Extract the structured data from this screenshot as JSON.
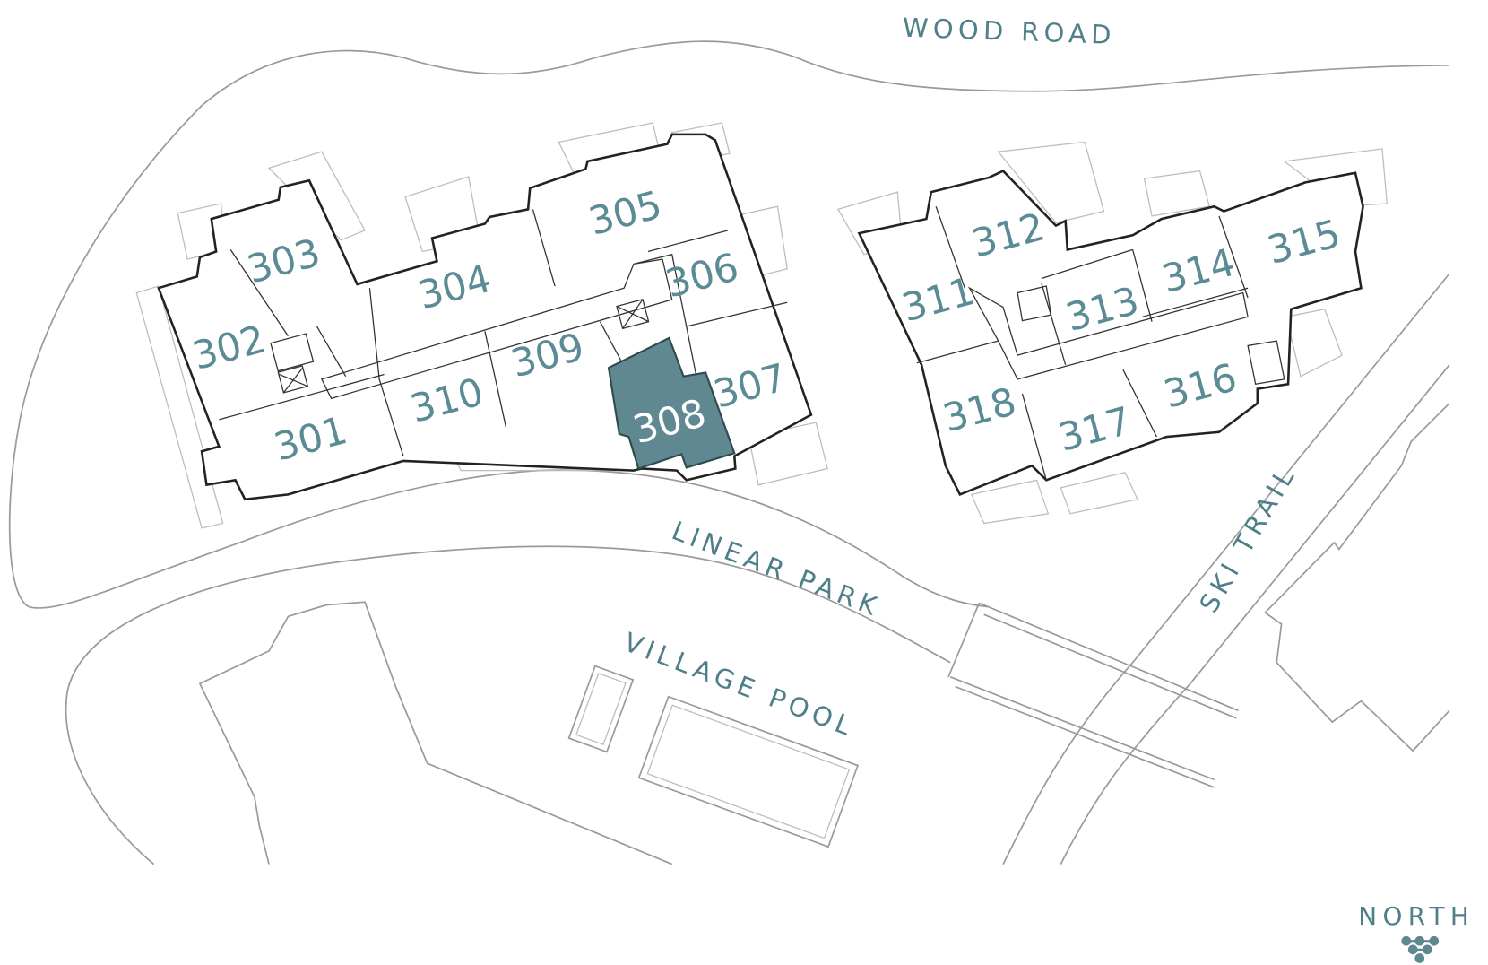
{
  "map": {
    "streets": {
      "wood_road": "WOOD ROAD",
      "linear_park": "LINEAR PARK",
      "village_pool": "VILLAGE POOL",
      "ski_trail": "SKI TRAIL"
    },
    "north_label": "NORTH",
    "selected_unit": "308",
    "colors": {
      "accent": "#5f8890",
      "label": "#5b8b95"
    },
    "units": [
      {
        "id": "301",
        "label": "301"
      },
      {
        "id": "302",
        "label": "302"
      },
      {
        "id": "303",
        "label": "303"
      },
      {
        "id": "304",
        "label": "304"
      },
      {
        "id": "305",
        "label": "305"
      },
      {
        "id": "306",
        "label": "306"
      },
      {
        "id": "307",
        "label": "307"
      },
      {
        "id": "308",
        "label": "308"
      },
      {
        "id": "309",
        "label": "309"
      },
      {
        "id": "310",
        "label": "310"
      },
      {
        "id": "311",
        "label": "311"
      },
      {
        "id": "312",
        "label": "312"
      },
      {
        "id": "313",
        "label": "313"
      },
      {
        "id": "314",
        "label": "314"
      },
      {
        "id": "315",
        "label": "315"
      },
      {
        "id": "316",
        "label": "316"
      },
      {
        "id": "317",
        "label": "317"
      },
      {
        "id": "318",
        "label": "318"
      }
    ]
  }
}
